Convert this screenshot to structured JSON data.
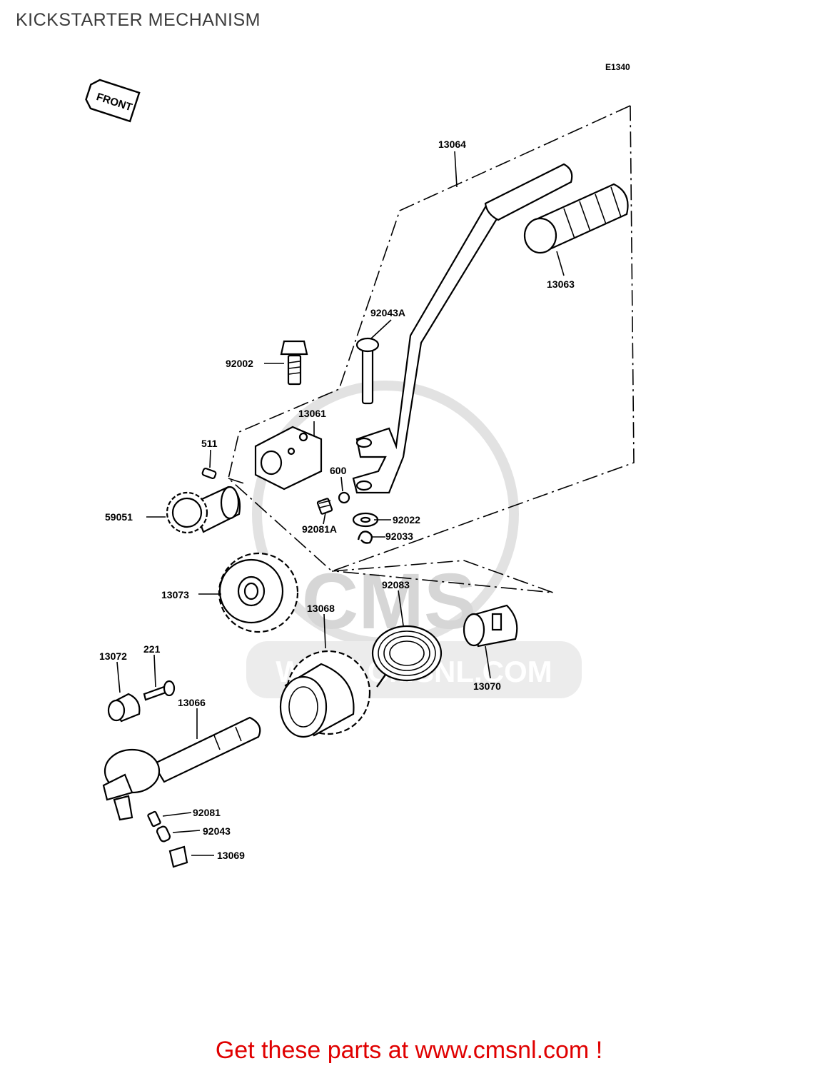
{
  "title": "KICKSTARTER MECHANISM",
  "diagram_code": "E1340",
  "front_label": "FRONT",
  "parts": {
    "p13064": "13064",
    "p13063": "13063",
    "p92043A": "92043A",
    "p92002": "92002",
    "p13061": "13061",
    "p511": "511",
    "p600": "600",
    "p59051": "59051",
    "p92081A": "92081A",
    "p92022": "92022",
    "p92033": "92033",
    "p13073": "13073",
    "p92083": "92083",
    "p13068": "13068",
    "p13070": "13070",
    "p13072": "13072",
    "p221": "221",
    "p13066": "13066",
    "p92081": "92081",
    "p92043": "92043",
    "p13069": "13069"
  },
  "watermark": {
    "logo": "CMS",
    "url": "WWW.CMSNL.COM"
  },
  "promo_text": "Get these parts at www.cmsnl.com !",
  "colors": {
    "promo": "#e00000",
    "title": "#3c3c3c",
    "line": "#000000",
    "watermark": "#d6d6d6"
  }
}
